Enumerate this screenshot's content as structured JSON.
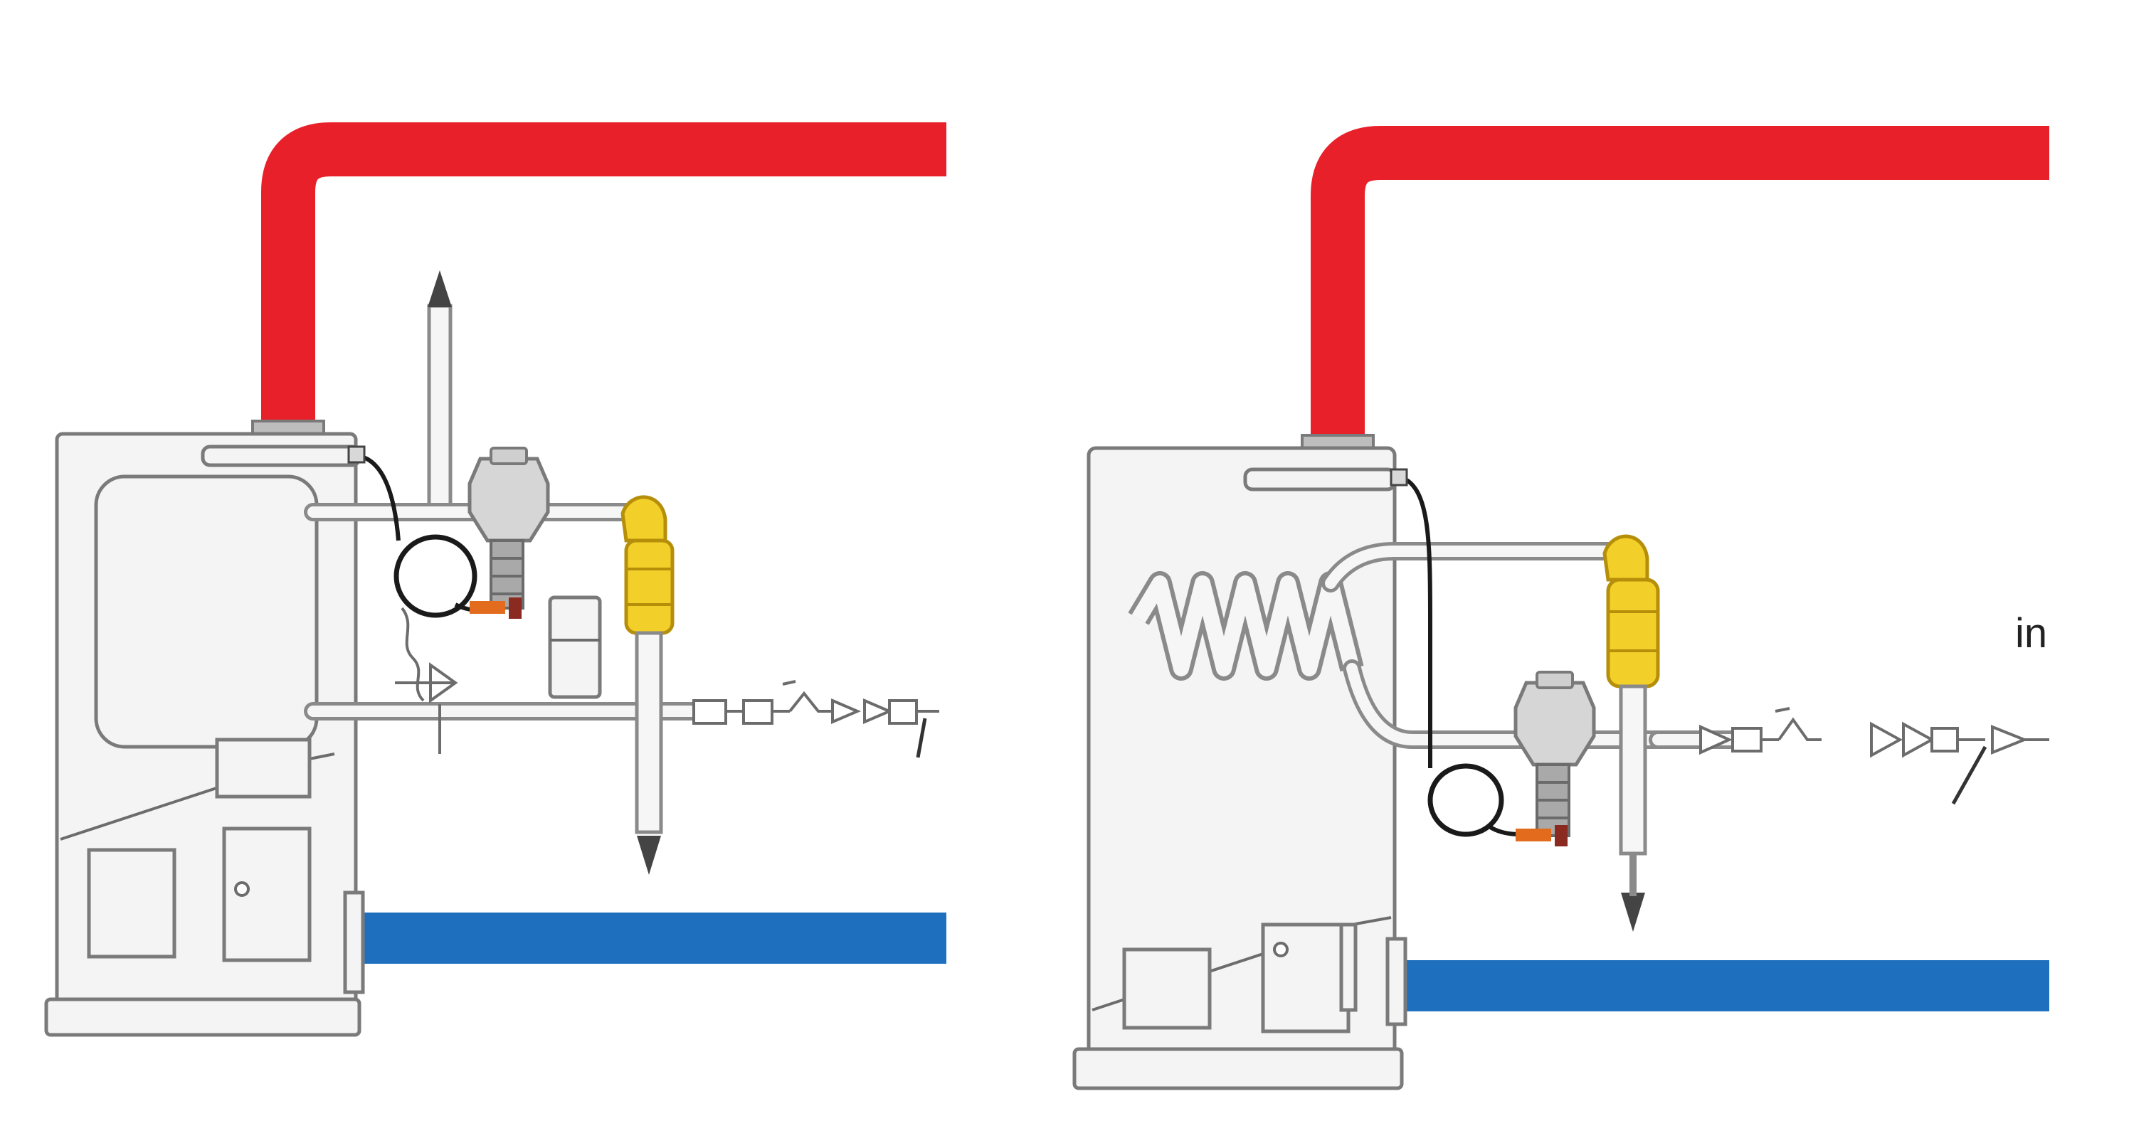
{
  "colors": {
    "hot_pipe": "#e8202a",
    "cold_pipe": "#1f6fbf",
    "valve_yellow": "#f3cf2a",
    "sensor_tip": "#e36b1e",
    "boiler_outline": "#7a7a7a",
    "background": "#ffffff"
  },
  "left_diagram": {
    "components": [
      "boiler-unit",
      "hot-water-pipe",
      "cold-water-pipe",
      "temperature-control-valve",
      "capillary-sensor-coil",
      "yellow-safety-valve",
      "drain-arrow",
      "vent-arrow",
      "inlet-line-fittings"
    ]
  },
  "right_diagram": {
    "components": [
      "boiler-unit",
      "heat-exchanger-coil",
      "hot-water-pipe",
      "cold-water-pipe",
      "temperature-control-valve",
      "capillary-sensor-coil",
      "yellow-safety-valve",
      "drain-arrow",
      "inlet-line-fittings"
    ],
    "inlet_label": "in"
  }
}
